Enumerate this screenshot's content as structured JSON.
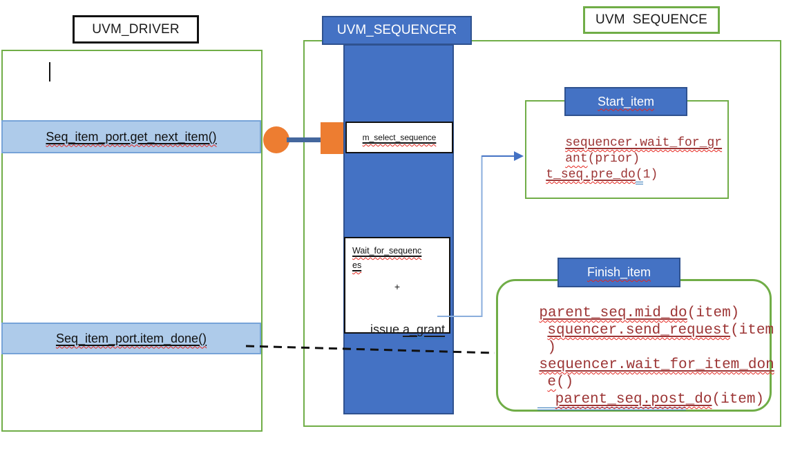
{
  "colors": {
    "green_outline": "#70AD47",
    "blue_fill": "#4472C4",
    "blue_border": "#2F528F",
    "light_blue_bar": "#AECBEA",
    "orange": "#ED7D31",
    "code_maroon": "#9C3434",
    "spellcheck_red": "#E5241D",
    "link_underline_blue": "#2E75B6",
    "dashed_line": "#111111"
  },
  "driver": {
    "title": "UVM_DRIVER",
    "get_next_item_label": "Seq_item_port.get_next_item()",
    "item_done_label": "Seq_item_port.item_done()"
  },
  "sequencer": {
    "title": "UVM_SEQUENCER",
    "m_select_label": "m_select_sequence",
    "wait_line1": "Wait_for_sequenc",
    "wait_line2": "es",
    "plus": "+",
    "issue_prefix": "issue ",
    "issue_link": "a_grant"
  },
  "sequence": {
    "title": "UVM  SEQUENCE",
    "start_item": {
      "header": "Start_item",
      "line1_name": "sequencer.wait_for_gr",
      "line2_name": "ant",
      "line2_args": "(prior)",
      "line3_name": "t_seq.pre_do",
      "line3_link": "(",
      "line3_args": "1)"
    },
    "finish_item": {
      "header": "Finish_item",
      "line1_name": "parent_seq.mid_do",
      "line1_args": "(item)",
      "line2_name": "squencer.send_request",
      "line2_args": "(item",
      "line3_args": ")",
      "line4_name": "sequencer.wait_for_item_don",
      "line5_name": "e",
      "line5_args": "()",
      "line6_lead": "  ",
      "line6_link": "parent_seq.post",
      "line6_name": "_do",
      "line6_args": "(item)"
    }
  }
}
